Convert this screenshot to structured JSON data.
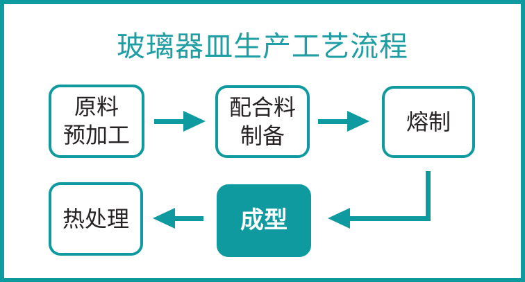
{
  "diagram": {
    "title": "玻璃器皿生产工艺流程",
    "type": "flowchart"
  },
  "colors": {
    "teal": "#0f9aa0",
    "title_teal": "#1f9ea3",
    "text_dark": "#272324",
    "node_fill_highlight": "#0f9aa0",
    "node_text_highlight": "#ffffff",
    "background": "#ffffff"
  },
  "flowchart": {
    "nodes": [
      {
        "id": "raw-material-pretreatment",
        "label": "原料\n预加工",
        "filled": false
      },
      {
        "id": "batch-preparation",
        "label": "配合料\n制备",
        "filled": false
      },
      {
        "id": "melting",
        "label": "熔制",
        "filled": false
      },
      {
        "id": "forming",
        "label": "成型",
        "filled": true
      },
      {
        "id": "heat-treatment",
        "label": "热处理",
        "filled": false
      }
    ],
    "connectors": [
      {
        "from": "原料预加工",
        "to": "配合料制备",
        "type": "arrow-right"
      },
      {
        "from": "配合料制备",
        "to": "熔制",
        "type": "arrow-right"
      },
      {
        "from": "熔制",
        "to": "成型",
        "type": "elbow-down-left"
      },
      {
        "from": "成型",
        "to": "热处理",
        "type": "arrow-left"
      }
    ]
  }
}
